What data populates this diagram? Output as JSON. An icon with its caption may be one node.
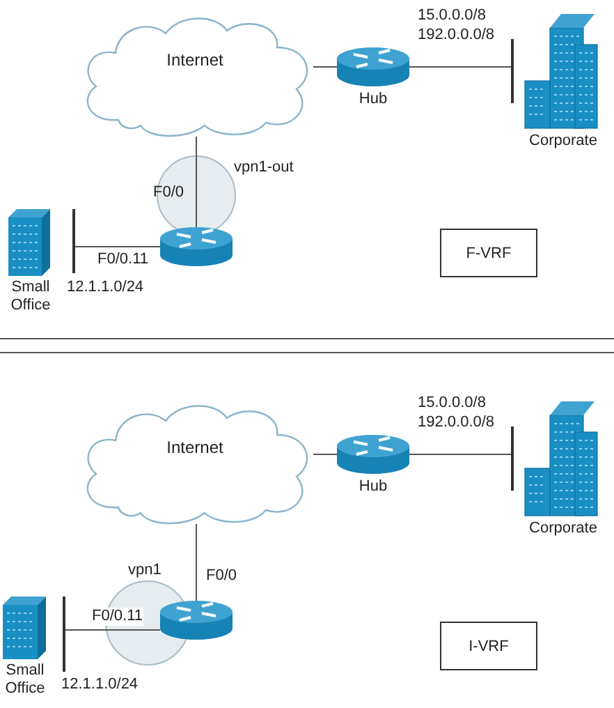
{
  "diagram": {
    "nodes": [
      {
        "text": [
          "Internet"
        ]
      },
      {
        "text": [
          "Hub"
        ]
      },
      {
        "text": [],
        "shape": "bar",
        "beside": [
          "15.0.0.0/8",
          "192.0.0.0/8"
        ]
      },
      {
        "text": [
          "Corporate"
        ]
      },
      {
        "text": [],
        "shape": "cylinder"
      },
      {
        "text": [],
        "shape": "bar",
        "beside": [
          "12.1.1.0/24"
        ]
      },
      {
        "text": [
          "Small Office"
        ]
      },
      {
        "text": [
          "F-VRF"
        ]
      },
      {
        "text": [
          "Internet"
        ]
      },
      {
        "text": [
          "Hub"
        ]
      },
      {
        "text": [],
        "shape": "bar",
        "beside": [
          "15.0.0.0/8",
          "192.0.0.0/8"
        ]
      },
      {
        "text": [
          "Corporate"
        ]
      },
      {
        "text": [],
        "shape": "cylinder"
      },
      {
        "text": [],
        "shape": "bar",
        "beside": [
          "12.1.1.0/24"
        ]
      },
      {
        "text": [
          "Small Office"
        ]
      },
      {
        "text": [
          "I-VRF"
        ]
      }
    ],
    "edges": [
      {
        "from": 0,
        "to": 1,
        "arrow": "none"
      },
      {
        "from": 1,
        "to": 2,
        "arrow": "none"
      },
      {
        "from": 0,
        "to": 4,
        "arrow": "none"
      },
      {
        "from": 4,
        "to": 5,
        "arrow": "none",
        "label": "F0/0.11"
      },
      {
        "from": 8,
        "to": 9,
        "arrow": "none"
      },
      {
        "from": 9,
        "to": 10,
        "arrow": "none"
      },
      {
        "from": 8,
        "to": 12,
        "arrow": "none"
      },
      {
        "from": 12,
        "to": 13,
        "arrow": "none",
        "label": "F0/0.11"
      }
    ],
    "labels": [
      "vpn1-out",
      "F0/0",
      "vpn1",
      "F0/0"
    ]
  }
}
